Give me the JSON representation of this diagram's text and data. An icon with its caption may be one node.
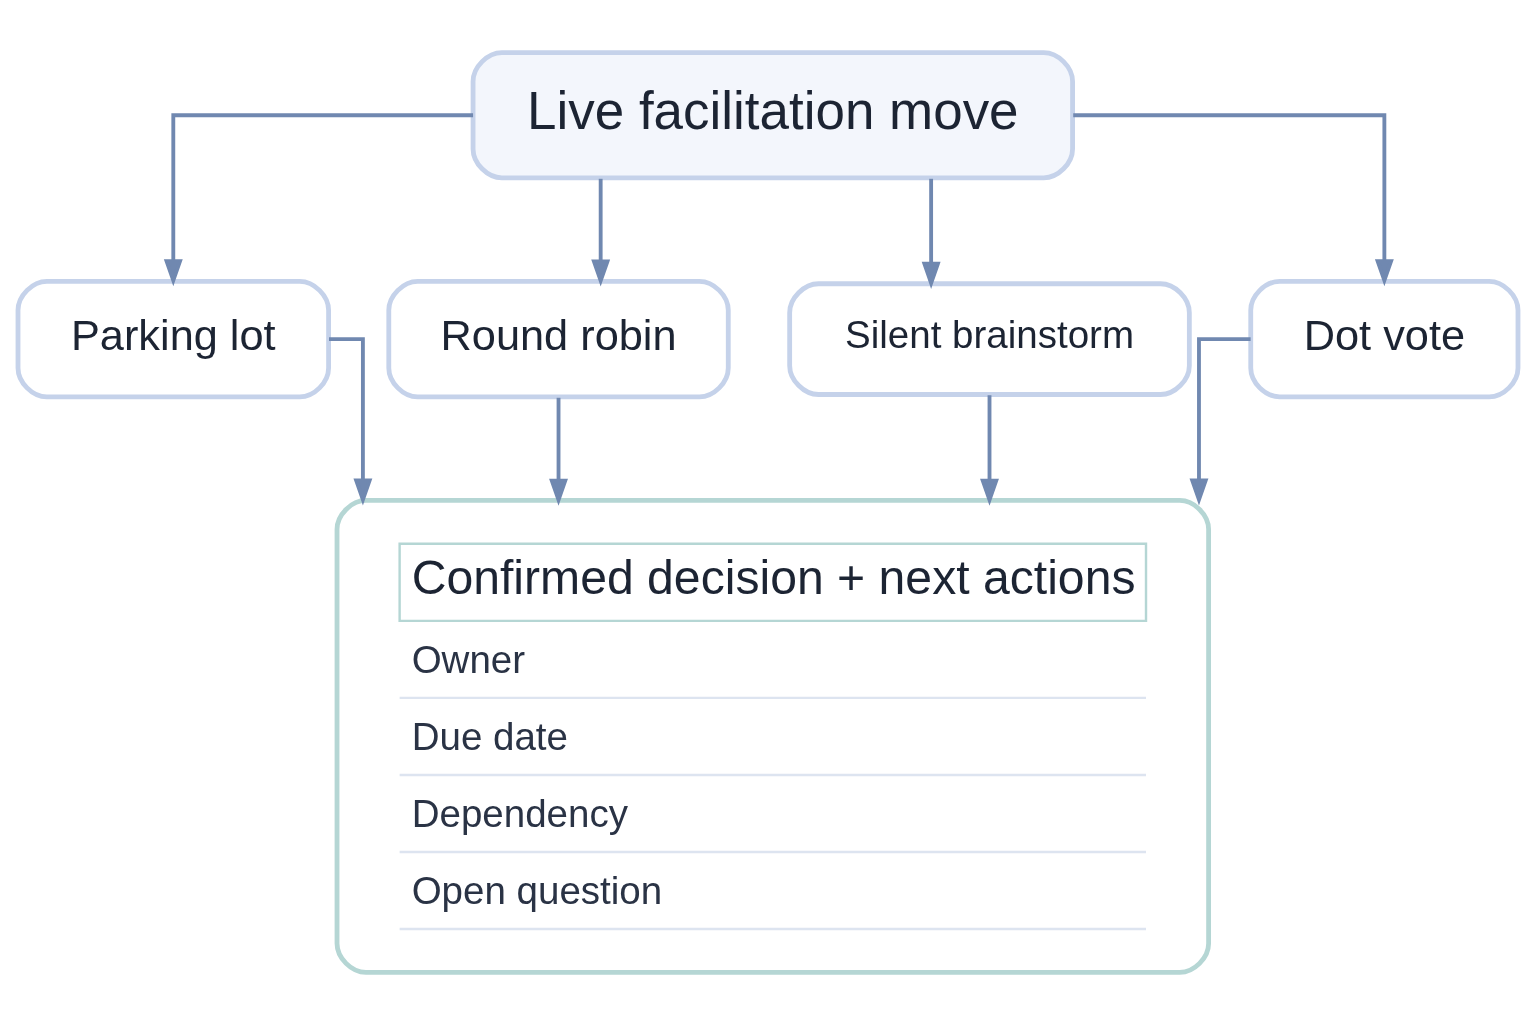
{
  "diagram": {
    "nodes": [
      {
        "text": [
          "Live facilitation move"
        ]
      },
      {
        "text": [
          "Parking lot"
        ]
      },
      {
        "text": [
          "Round robin"
        ]
      },
      {
        "text": [
          "Silent brainstorm"
        ]
      },
      {
        "text": [
          "Dot vote"
        ]
      },
      {
        "text": [
          "Confirmed decision + next actions",
          "Owner",
          "Due date",
          "Dependency",
          "Open question"
        ]
      }
    ],
    "edges": [
      {
        "from": 0,
        "to": 1,
        "arrow": "to"
      },
      {
        "from": 0,
        "to": 2,
        "arrow": "to"
      },
      {
        "from": 0,
        "to": 3,
        "arrow": "to"
      },
      {
        "from": 0,
        "to": 4,
        "arrow": "to"
      },
      {
        "from": 1,
        "to": 5,
        "arrow": "to"
      },
      {
        "from": 2,
        "to": 5,
        "arrow": "to"
      },
      {
        "from": 3,
        "to": 5,
        "arrow": "to"
      },
      {
        "from": 4,
        "to": 5,
        "arrow": "to"
      }
    ]
  }
}
